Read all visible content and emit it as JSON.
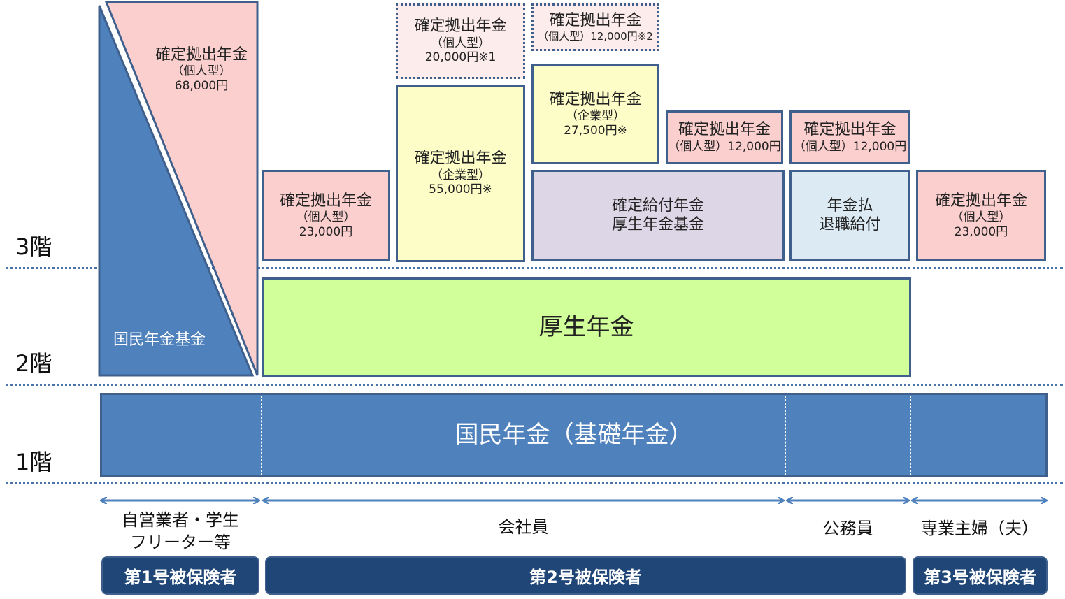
{
  "floors": {
    "floor3": "3階",
    "floor2": "2階",
    "floor1": "1階"
  },
  "kokumin_kikin": "国民年金基金",
  "self_employed_dc": {
    "title": "確定拠出年金",
    "type": "（個人型）",
    "amount": "68,000円"
  },
  "employee_no_plan_dc": {
    "title": "確定拠出年金",
    "type": "（個人型）",
    "amount": "23,000円"
  },
  "corp_dc_only": {
    "title": "確定拠出年金",
    "type": "（企業型）",
    "amount": "55,000円※"
  },
  "corp_dc_only_ideco": {
    "title": "確定拠出年金",
    "type": "（個人型）",
    "amount": "20,000円※1"
  },
  "db_corp_dc": {
    "title": "確定拠出年金",
    "type": "（企業型）",
    "amount": "27,500円※"
  },
  "db_corp_dc_ideco": {
    "title": "確定拠出年金",
    "line": "（個人型）12,000円※2"
  },
  "db_only_ideco": {
    "title": "確定拠出年金",
    "line": "（個人型）12,000円"
  },
  "db_plans": {
    "line1": "確定給付年金",
    "line2": "厚生年金基金"
  },
  "public_servant_ideco": {
    "title": "確定拠出年金",
    "line": "（個人型）12,000円"
  },
  "public_servant_plan": {
    "line1": "年金払",
    "line2": "退職給付"
  },
  "housewife_dc": {
    "title": "確定拠出年金",
    "type": "（個人型）",
    "amount": "23,000円"
  },
  "kosei_nenkin": "厚生年金",
  "kokumin_nenkin": "国民年金（基礎年金）",
  "groups": {
    "self_employed": {
      "line1": "自営業者・学生",
      "line2": "フリーター等"
    },
    "company_employee": "会社員",
    "public_servant": "公務員",
    "housewife": "専業主婦（夫）"
  },
  "categories": {
    "first": "第1号被保険者",
    "second": "第2号被保険者",
    "third": "第3号被保険者"
  },
  "colors": {
    "blue_fill": "#4f81bd",
    "border": "#3f5f8c",
    "pink": "#fccfcf",
    "yellow": "#fdfdc8",
    "lilac": "#ddd6e6",
    "light_blue": "#dbeaf3",
    "green": "#d1ff99",
    "navy": "#1f4677"
  }
}
